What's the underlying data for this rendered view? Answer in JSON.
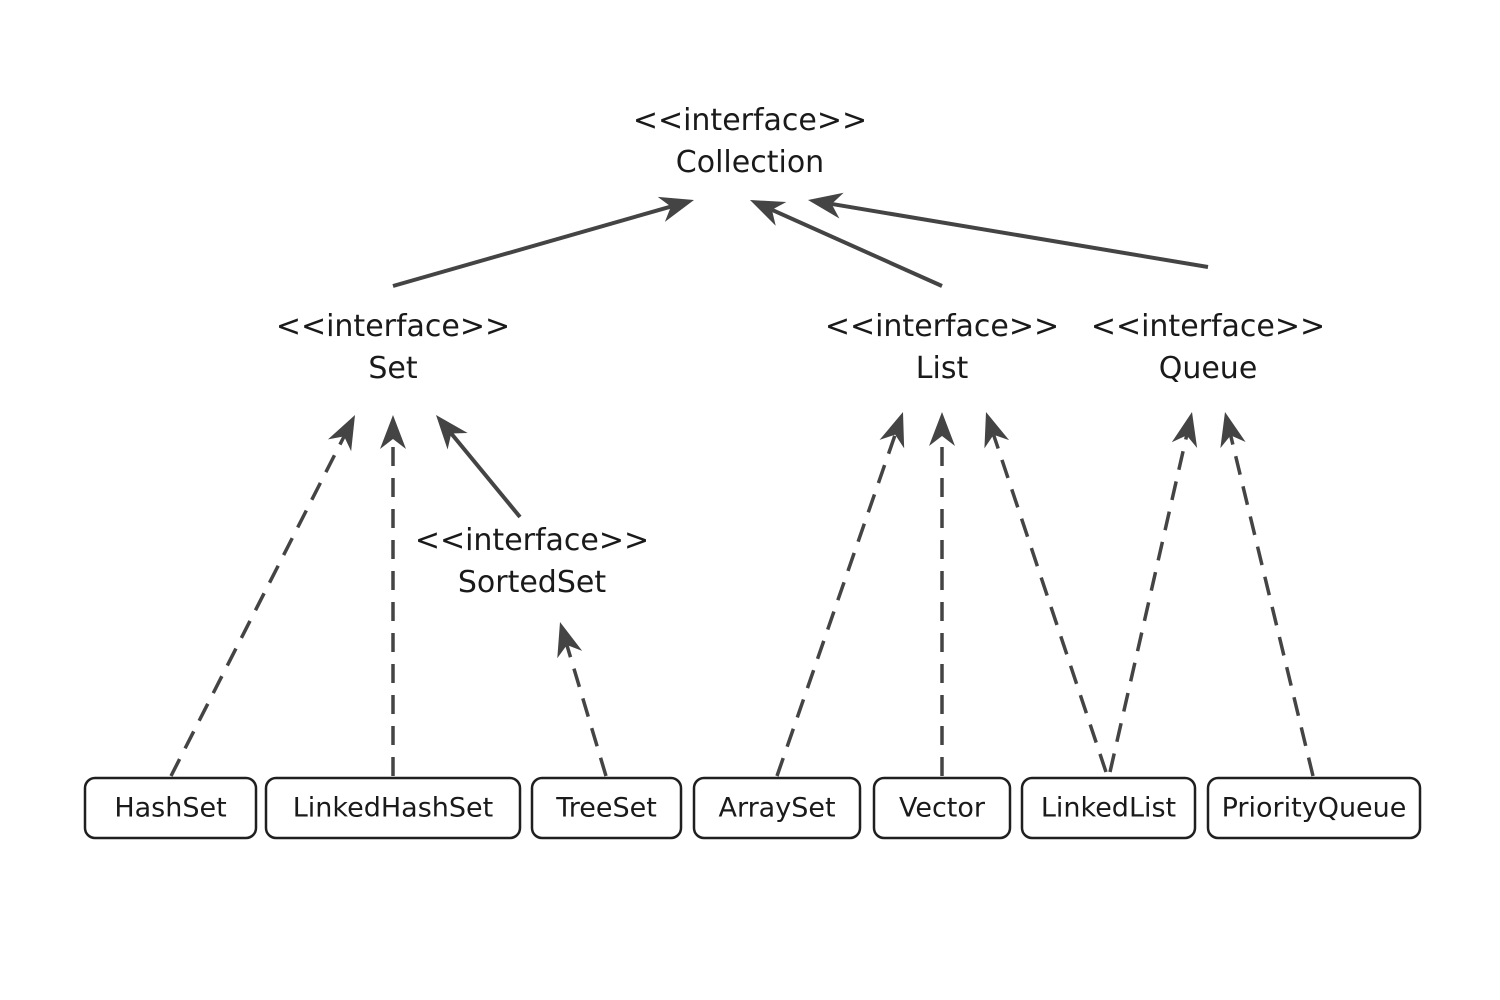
{
  "interfaces": [
    {
      "id": "collection",
      "stereotype": "<<interface>>",
      "name": "Collection"
    },
    {
      "id": "set",
      "stereotype": "<<interface>>",
      "name": "Set"
    },
    {
      "id": "list",
      "stereotype": "<<interface>>",
      "name": "List"
    },
    {
      "id": "queue",
      "stereotype": "<<interface>>",
      "name": "Queue"
    },
    {
      "id": "sortedset",
      "stereotype": "<<interface>>",
      "name": "SortedSet"
    }
  ],
  "classes": [
    {
      "id": "hashset",
      "name": "HashSet"
    },
    {
      "id": "linkedhashset",
      "name": "LinkedHashSet"
    },
    {
      "id": "treeset",
      "name": "TreeSet"
    },
    {
      "id": "arrayset",
      "name": "ArraySet"
    },
    {
      "id": "vector",
      "name": "Vector"
    },
    {
      "id": "linkedlist",
      "name": "LinkedList"
    },
    {
      "id": "priorityqueue",
      "name": "PriorityQueue"
    }
  ],
  "relations": [
    {
      "from": "set",
      "to": "collection",
      "kind": "extends"
    },
    {
      "from": "list",
      "to": "collection",
      "kind": "extends"
    },
    {
      "from": "queue",
      "to": "collection",
      "kind": "extends"
    },
    {
      "from": "sortedset",
      "to": "set",
      "kind": "extends"
    },
    {
      "from": "hashset",
      "to": "set",
      "kind": "implements"
    },
    {
      "from": "linkedhashset",
      "to": "set",
      "kind": "implements"
    },
    {
      "from": "treeset",
      "to": "sortedset",
      "kind": "implements"
    },
    {
      "from": "arrayset",
      "to": "list",
      "kind": "implements"
    },
    {
      "from": "vector",
      "to": "list",
      "kind": "implements"
    },
    {
      "from": "linkedlist",
      "to": "list",
      "kind": "implements"
    },
    {
      "from": "linkedlist",
      "to": "queue",
      "kind": "implements"
    },
    {
      "from": "priorityqueue",
      "to": "queue",
      "kind": "implements"
    }
  ],
  "colors": {
    "line": "#444444",
    "box_border": "#1f1f1f",
    "text": "#1a1a1a",
    "background": "#ffffff"
  }
}
